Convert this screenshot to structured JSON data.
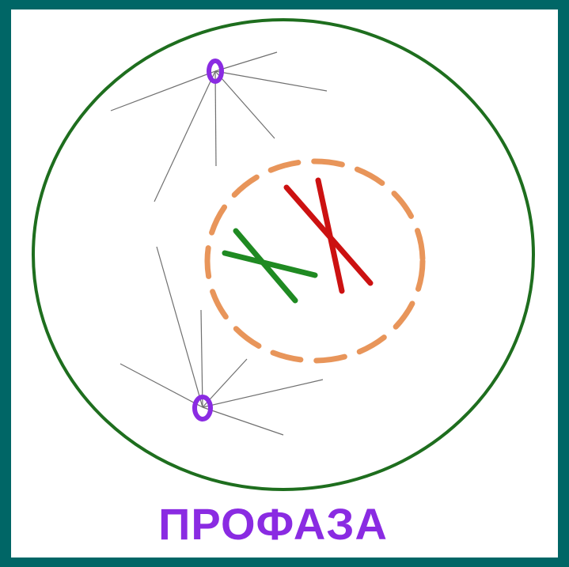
{
  "title": "ПРОФАЗА",
  "colors": {
    "background": "#006666",
    "panel": "#ffffff",
    "cell_membrane": "#1e6e1e",
    "nuclear_envelope": "#e8955a",
    "centriole": "#8a2be2",
    "spindle_fibers": "#707070",
    "chromosome_1": "#1f8a22",
    "chromosome_2": "#cc1111",
    "title_text": "#8a2be2"
  },
  "elements": {
    "cell_membrane": "cell-membrane",
    "nuclear_envelope": "nuclear-envelope-dashed",
    "centrioles": [
      "centriole-top",
      "centriole-bottom"
    ],
    "chromosomes": [
      "chromosome-green",
      "chromosome-red"
    ]
  }
}
